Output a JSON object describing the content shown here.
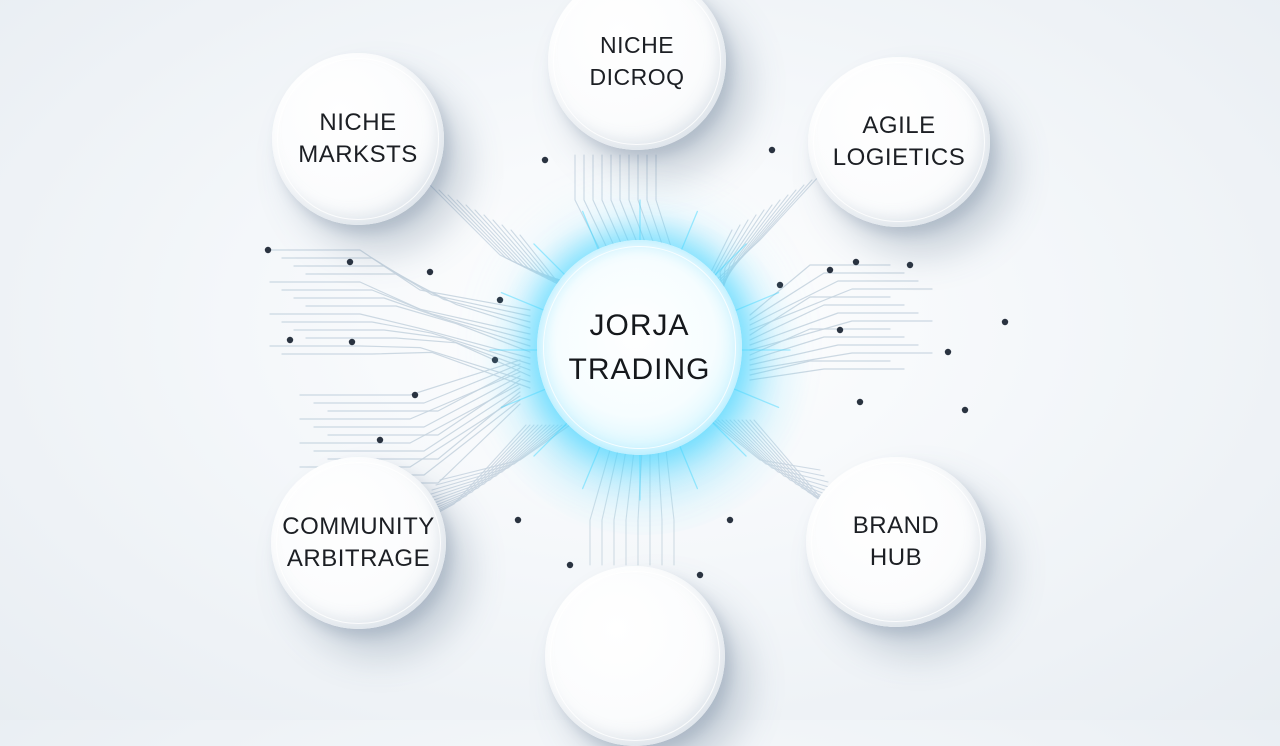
{
  "center": {
    "lines": [
      "JORJA",
      "TRADING"
    ]
  },
  "nodes": {
    "top": {
      "lines": [
        "NICHE",
        "DICROQ"
      ]
    },
    "top_left": {
      "lines": [
        "NICHE",
        "MARKSTS"
      ]
    },
    "top_right": {
      "lines": [
        "AGILE",
        "LOGIETICS"
      ]
    },
    "bottom_left": {
      "lines": [
        "COMMUNITY",
        "ARBITRAGE"
      ]
    },
    "bottom_right": {
      "lines": [
        "BRAND",
        "HUB"
      ]
    },
    "bottom": {
      "lines": []
    }
  },
  "colors": {
    "glow": "#33d4ff",
    "circuit_line": "#c7d4df",
    "circuit_dot": "#2a3340",
    "text": "#1c1f24"
  }
}
